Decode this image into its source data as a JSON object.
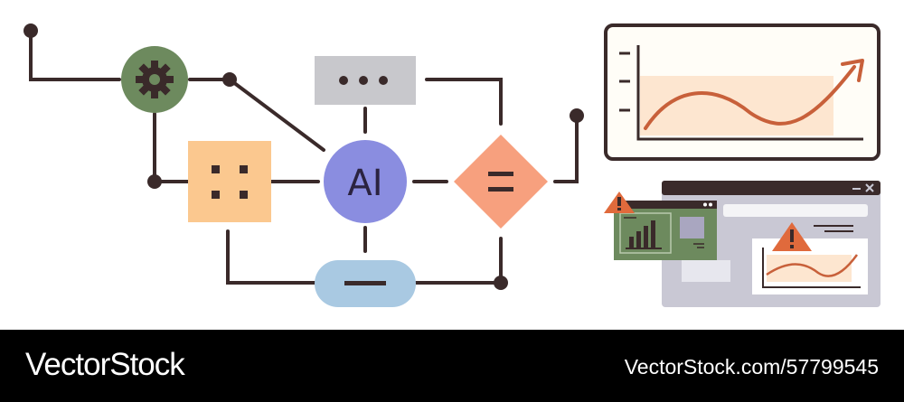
{
  "diagram": {
    "ai_node_label": "AI",
    "colors": {
      "line": "#3a2a2a",
      "gear_node": "#6d8a5e",
      "dots_node": "#c8c8cc",
      "grid_node": "#fbc88f",
      "ai_node": "#8a8de0",
      "decision_node": "#f7a07e",
      "pill_node": "#a9c9e2",
      "trend": "#c8603a",
      "chart_band": "#fde6d0",
      "warning": "#e06a3c",
      "window": "#c9c8d4"
    },
    "icons": [
      "gear-icon",
      "ellipsis-icon",
      "four-dots-icon",
      "equals-icon",
      "minus-icon",
      "warning-icon",
      "bar-chart-icon",
      "close-icon"
    ]
  },
  "footer": {
    "brand": "VectorStock",
    "image_id": "VectorStock.com/57799545"
  }
}
